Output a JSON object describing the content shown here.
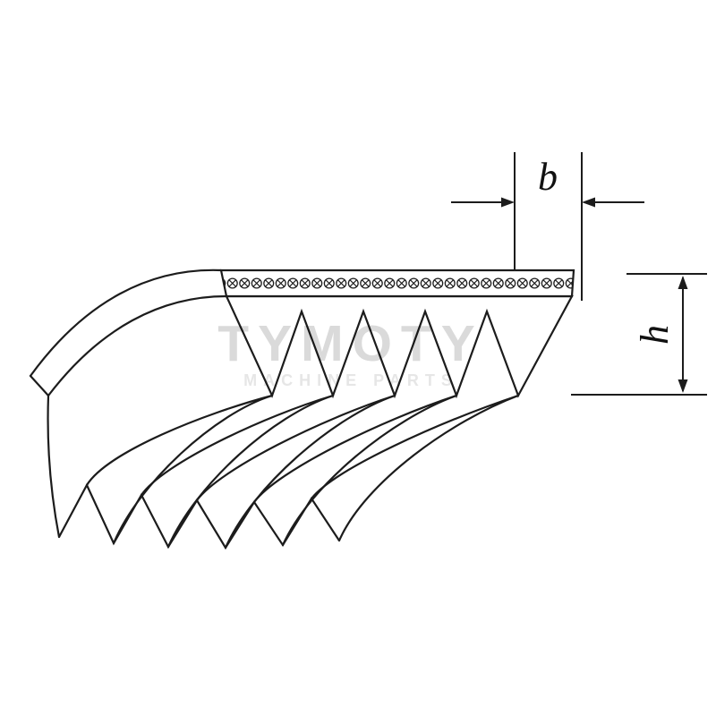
{
  "diagram": {
    "dimensions": {
      "width_label": "b",
      "height_label": "h"
    },
    "watermark": {
      "title": "TYMOTY",
      "subtitle": "MACHINE PARTS"
    },
    "colors": {
      "line": "#1c1c1c",
      "watermark_title": "#d6d6d6",
      "watermark_subtitle": "#e4e4e4",
      "background": "#ffffff"
    }
  }
}
